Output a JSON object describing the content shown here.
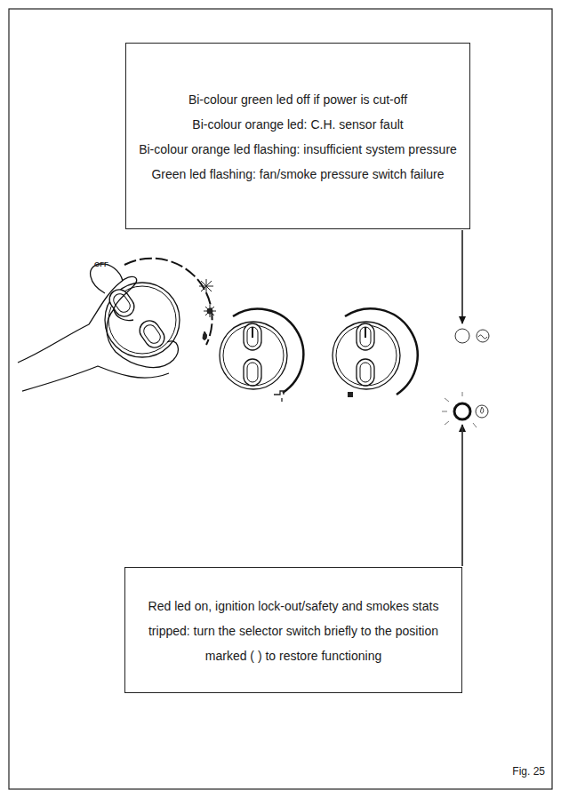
{
  "diagram": {
    "caption": "Fig. 25",
    "nodes": [
      {
        "text": [
          "Bi-colour green led off if power is cut-off",
          "Bi-colour orange led: C.H. sensor fault",
          "Bi-colour orange led flashing: insufficient system pressure",
          "Green led flashing: fan/smoke pressure switch failure"
        ]
      },
      {
        "text": [
          "Red led on, ignition lock-out/safety and smokes stats tripped: turn the selector switch briefly to the position marked ( ) to restore functioning"
        ]
      }
    ],
    "labels": [
      "OFF"
    ]
  }
}
